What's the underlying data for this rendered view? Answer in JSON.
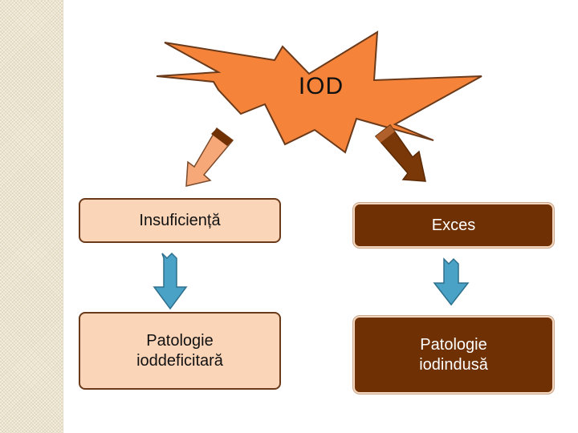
{
  "burst": {
    "label": "IOD"
  },
  "boxes": {
    "insuficienta": "Insuficiență",
    "exces": "Exces",
    "patologie_ioddeficitara_line1": "Patologie",
    "patologie_ioddeficitara_line2": "ioddeficitară",
    "patologie_iodindusa_line1": "Patologie",
    "patologie_iodindusa_line2": "iodindusă"
  },
  "colors": {
    "burst_fill": "#f5843a",
    "light_box": "#fbd5b8",
    "dark_box": "#6f3003",
    "blue_arrow": "#4aa3c6"
  }
}
